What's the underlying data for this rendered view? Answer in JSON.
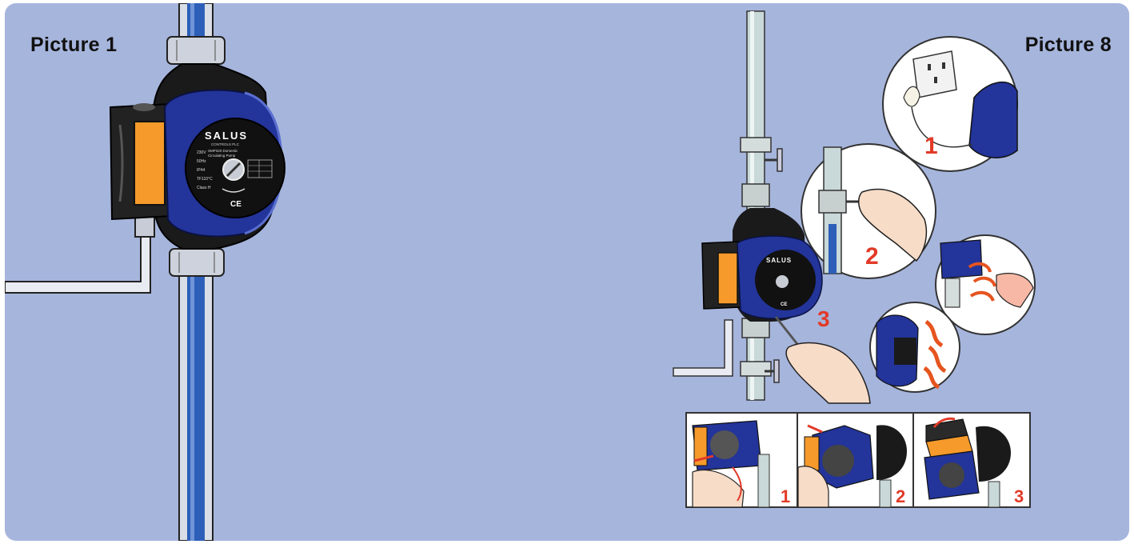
{
  "left_panel": {
    "title": "Picture 1",
    "pump": {
      "brand": "SALUS",
      "brand_sub": "CONTROLS PLC",
      "model_lines": [
        "SMP320 Domestic",
        "Circulating Pump"
      ],
      "specs": [
        "230V",
        "50Hz",
        "IP44",
        "TF110°C",
        "Class H"
      ],
      "ce_mark": "CE"
    }
  },
  "right_panel": {
    "title": "Picture 8",
    "step_numbers": [
      "1",
      "2",
      "3"
    ],
    "bottom_strip_numbers": [
      "1",
      "2",
      "3"
    ],
    "pump": {
      "brand": "SALUS",
      "ce_mark": "CE"
    }
  },
  "colors": {
    "background": "#a6b5dc",
    "pipe_blue": "#2d5fb8",
    "pump_blue": "#23349a",
    "terminal_orange": "#f59a2b",
    "number_red": "#e23a28"
  }
}
